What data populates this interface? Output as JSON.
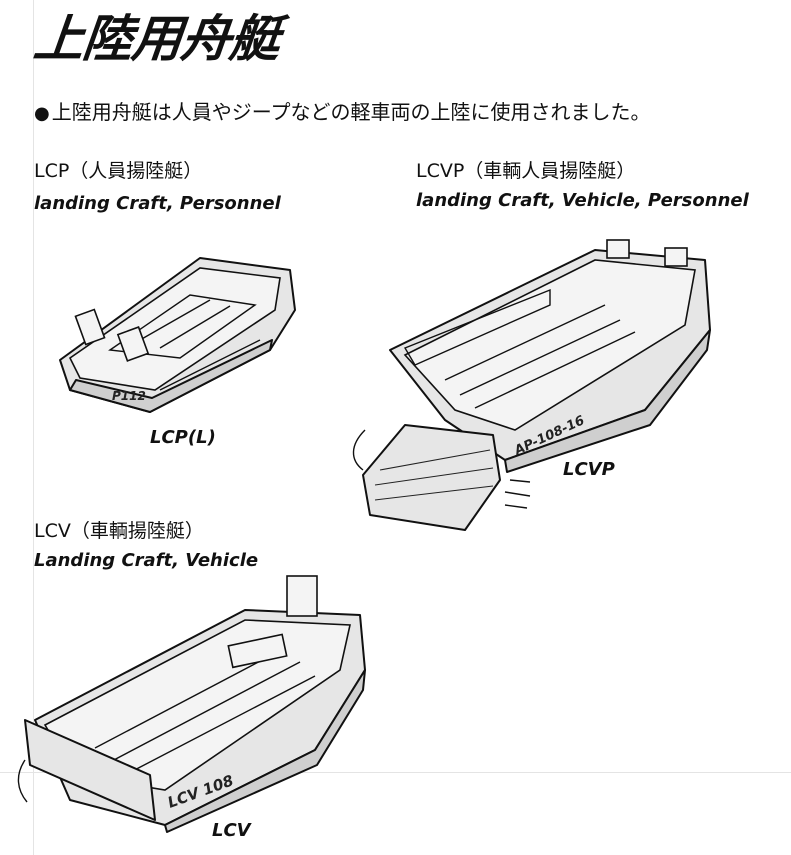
{
  "page": {
    "title": "上陸用舟艇",
    "intro": "上陸用舟艇は人員やジープなどの軽車両の上陸に使用されました。"
  },
  "sections": {
    "lcp": {
      "title": "LCP（人員揚陸艇）",
      "english": "landing Craft, Personnel",
      "caption": "LCP(L)",
      "hull_marking": "P112"
    },
    "lcvp": {
      "title": "LCVP（車輌人員揚陸艇）",
      "english": "landing Craft, Vehicle, Personnel",
      "caption": "LCVP",
      "hull_marking": "AP-108-16"
    },
    "lcv": {
      "title": "LCV（車輌揚陸艇）",
      "english": "Landing Craft, Vehicle",
      "caption": "LCV",
      "hull_marking": "LCV 108"
    }
  },
  "icons": {
    "bullet": "●"
  }
}
